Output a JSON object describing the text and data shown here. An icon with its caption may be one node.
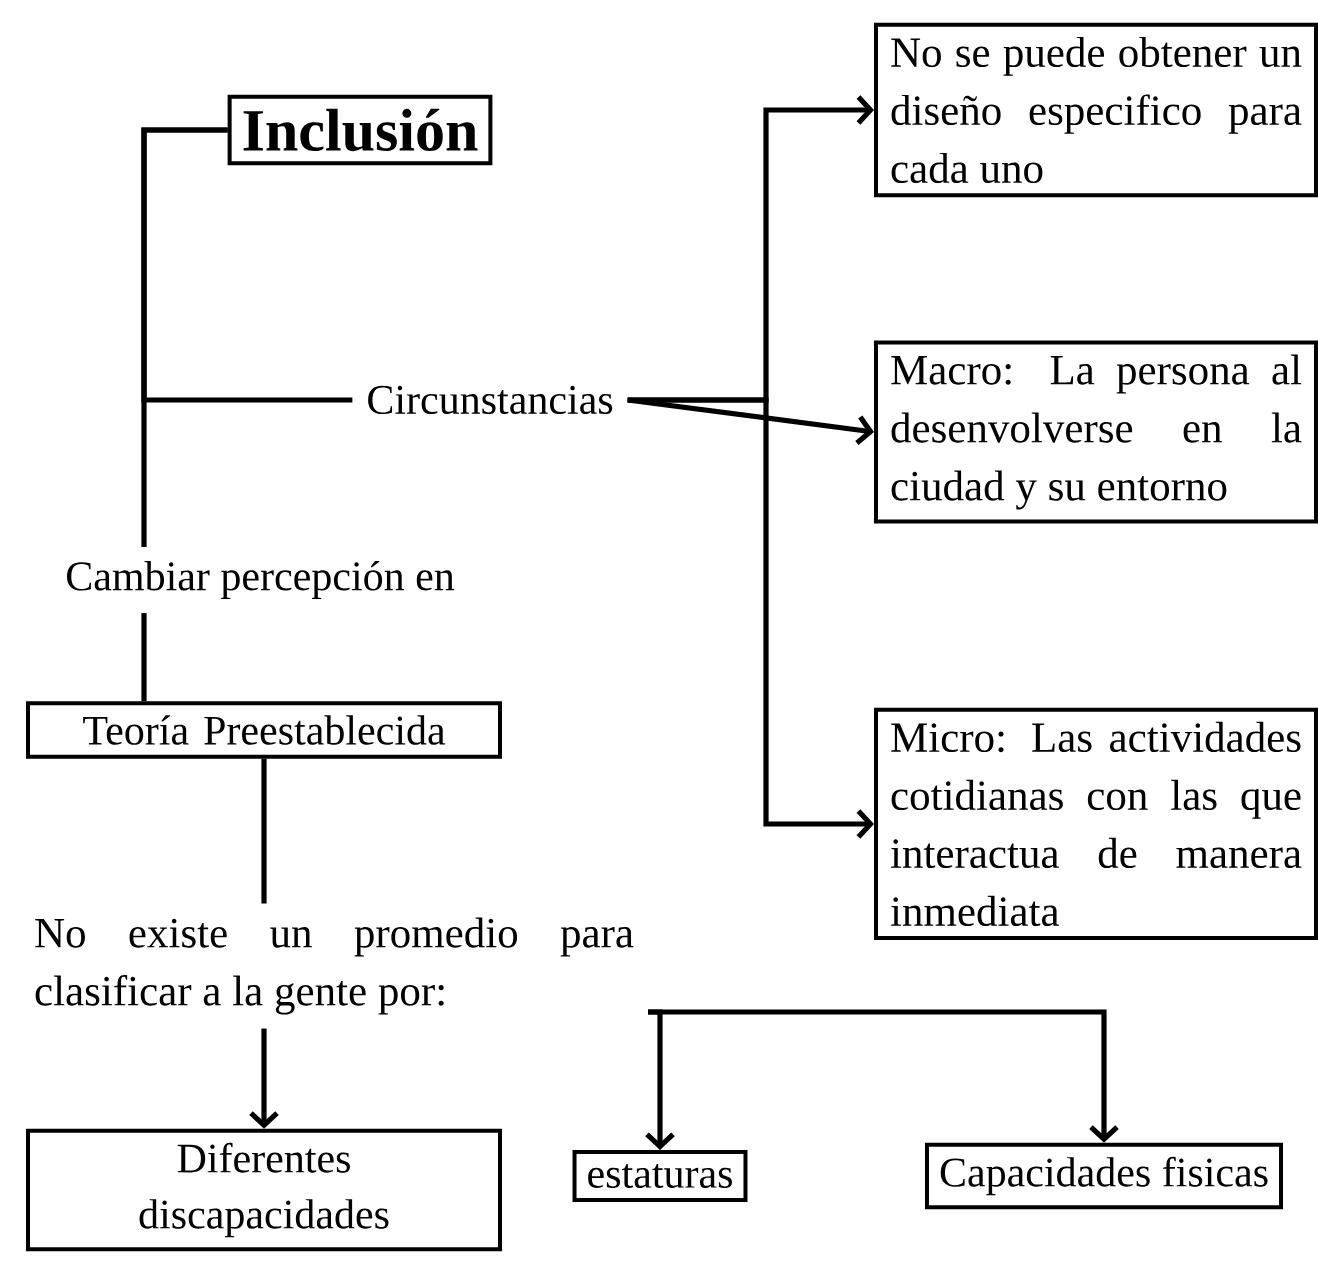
{
  "diagram": {
    "nodes": [
      {
        "text": [
          "Inclusión"
        ]
      },
      {
        "text": [
          "No se puede obtener un diseño especifico para cada uno"
        ]
      },
      {
        "text": [
          "Circunstancias"
        ]
      },
      {
        "text": [
          "Macro: La persona al desenvolverse en la ciudad y su entorno"
        ]
      },
      {
        "text": [
          "Cambiar percepción en"
        ]
      },
      {
        "text": [
          "Teoría Preestablecida"
        ]
      },
      {
        "text": [
          "Micro: Las actividades cotidianas con las que interactua de manera inmediata"
        ]
      },
      {
        "text": [
          "No existe un promedio para clasificar a la gente por:"
        ]
      },
      {
        "text": [
          "Diferentes discapacidades"
        ]
      },
      {
        "text": [
          "estaturas"
        ]
      },
      {
        "text": [
          "Capacidades fisicas"
        ]
      }
    ],
    "edges": [
      {
        "from": 0,
        "to": 2,
        "arrow": "none"
      },
      {
        "from": 0,
        "to": 4,
        "arrow": "none"
      },
      {
        "from": 4,
        "to": 5,
        "arrow": "none"
      },
      {
        "from": 2,
        "to": 1,
        "arrow": "to"
      },
      {
        "from": 2,
        "to": 3,
        "arrow": "to"
      },
      {
        "from": 2,
        "to": 6,
        "arrow": "to"
      },
      {
        "from": 5,
        "to": 7,
        "arrow": "none"
      },
      {
        "from": 7,
        "to": 8,
        "arrow": "to"
      },
      {
        "from": 7,
        "to": 9,
        "arrow": "to"
      },
      {
        "from": 7,
        "to": 10,
        "arrow": "to"
      }
    ]
  }
}
